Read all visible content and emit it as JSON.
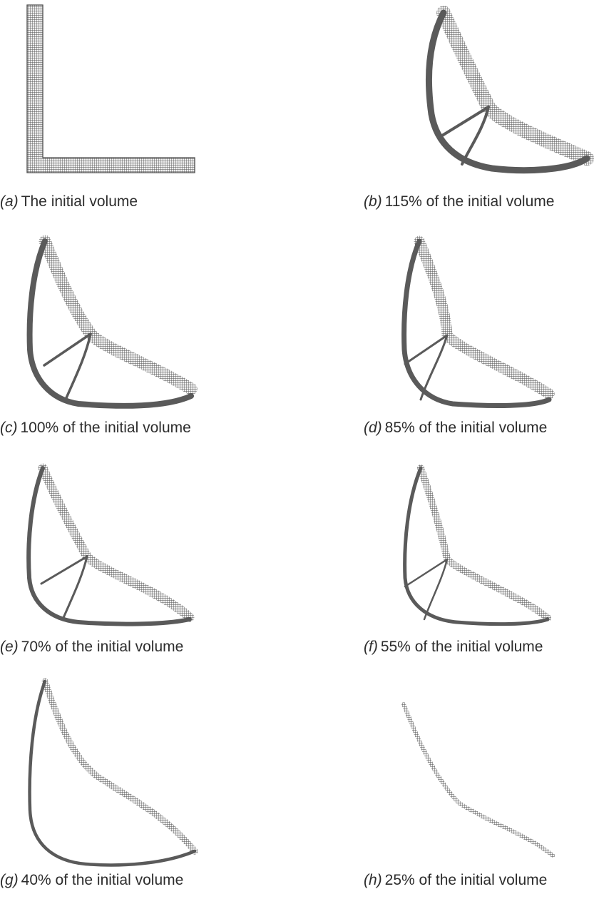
{
  "figures": [
    {
      "label": "(a)",
      "caption": "The initial volume"
    },
    {
      "label": "(b)",
      "caption": "115% of the initial volume"
    },
    {
      "label": "(c)",
      "caption": "100% of the initial volume"
    },
    {
      "label": "(d)",
      "caption": "85% of the initial volume"
    },
    {
      "label": "(e)",
      "caption": "70% of the initial volume"
    },
    {
      "label": "(f)",
      "caption": "55% of the initial volume"
    },
    {
      "label": "(g)",
      "caption": "40% of the initial volume"
    },
    {
      "label": "(h)",
      "caption": "25% of the initial volume"
    }
  ],
  "colors": {
    "mesh": "#5a5a5a",
    "text": "#2d2d2d",
    "background": "#ffffff"
  }
}
